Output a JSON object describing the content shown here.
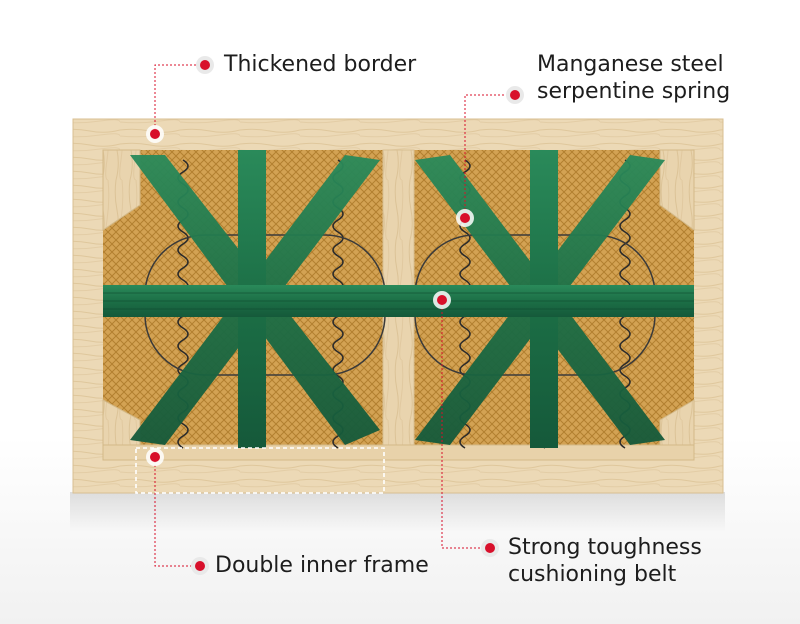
{
  "colors": {
    "wood": "#ecd9b6",
    "belt": "#1f7a4f",
    "mesh": "#c9963f",
    "marker": "#d8102b",
    "leader": "#d8102b"
  },
  "callouts": {
    "thickened_border": {
      "label": "Thickened border"
    },
    "spring": {
      "line1": "Manganese steel",
      "line2": "serpentine spring"
    },
    "inner_frame": {
      "label": "Double inner frame"
    },
    "belt": {
      "line1": "Strong toughness",
      "line2": "cushioning belt"
    }
  }
}
